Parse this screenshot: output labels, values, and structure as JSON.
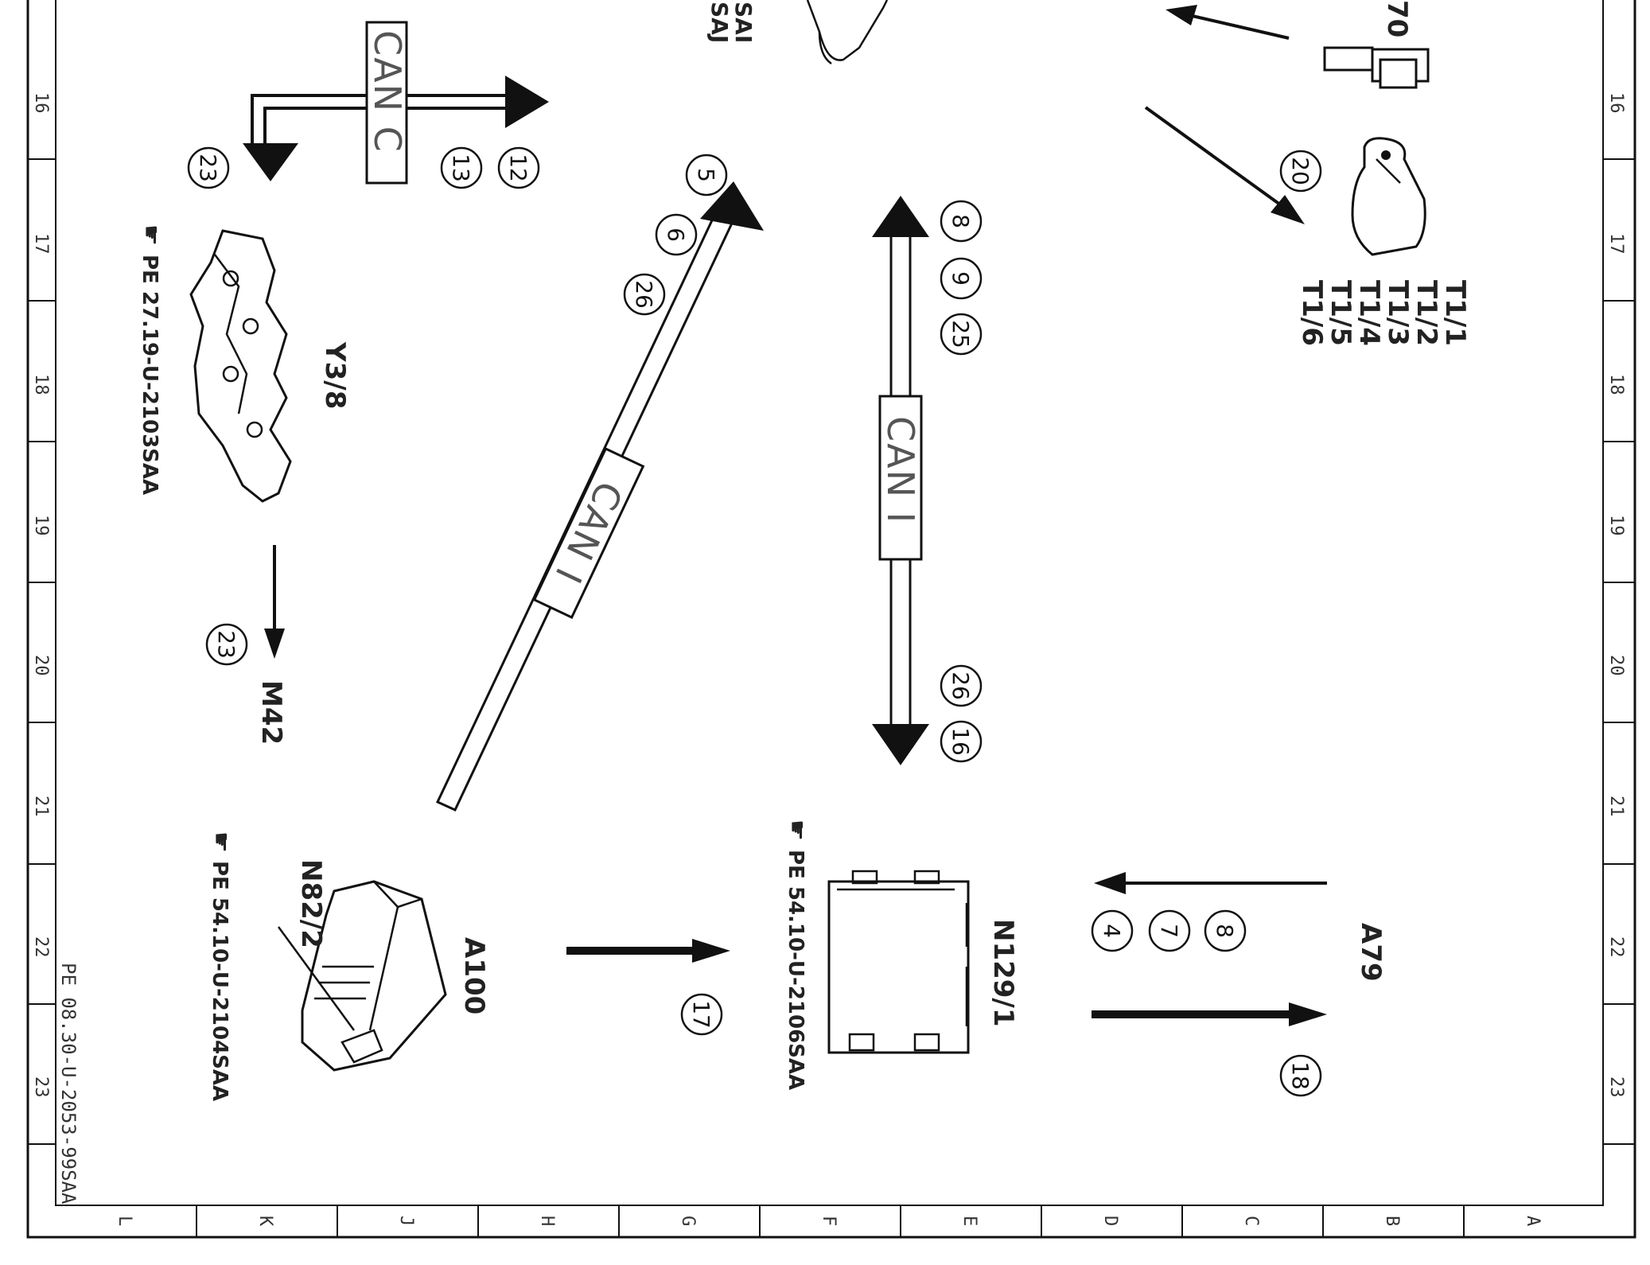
{
  "grid": {
    "row_labels": [
      "16",
      "17",
      "18",
      "19",
      "20",
      "21",
      "22",
      "23"
    ],
    "column_labels": [
      "L",
      "K",
      "J",
      "H",
      "G",
      "F",
      "E",
      "D",
      "C",
      "B",
      "A"
    ]
  },
  "doc_reference": "PE 08.30-U-2053-99SAA",
  "top_cut_labels": [
    "SAI",
    "SAJ",
    "70"
  ],
  "components": {
    "y3_8": {
      "label": "Y3/8",
      "ref": "PE 27.19-U-2103SAA"
    },
    "m42": {
      "label": "M42"
    },
    "n82_2": {
      "label": "N82/2"
    },
    "a100": {
      "label": "A100",
      "ref": "PE 54.10-U-2104SAA"
    },
    "n129_1": {
      "label": "N129/1",
      "ref": "PE 54.10-U-2106SAA"
    },
    "a79": {
      "label": "A79"
    },
    "t1": {
      "labels": [
        "T1/1",
        "T1/2",
        "T1/3",
        "T1/4",
        "T1/5",
        "T1/6"
      ]
    }
  },
  "buses": {
    "can_c": "CAN C",
    "can_i_diag": "CAN I",
    "can_i_vert": "CAN I"
  },
  "callouts": {
    "can_c_left": [
      "23"
    ],
    "can_c_right": [
      "13",
      "12"
    ],
    "diag": [
      "5",
      "6",
      "26"
    ],
    "vert_top": [
      "8",
      "9",
      "25"
    ],
    "vert_bottom": [
      "26",
      "16"
    ],
    "m42": [
      "23"
    ],
    "t1": [
      "20"
    ],
    "a100_n129": [
      "17"
    ],
    "a79_top": [
      "4",
      "7",
      "8"
    ],
    "a79_bottom": [
      "18"
    ]
  },
  "ref_icon": "pointing-hand-icon"
}
